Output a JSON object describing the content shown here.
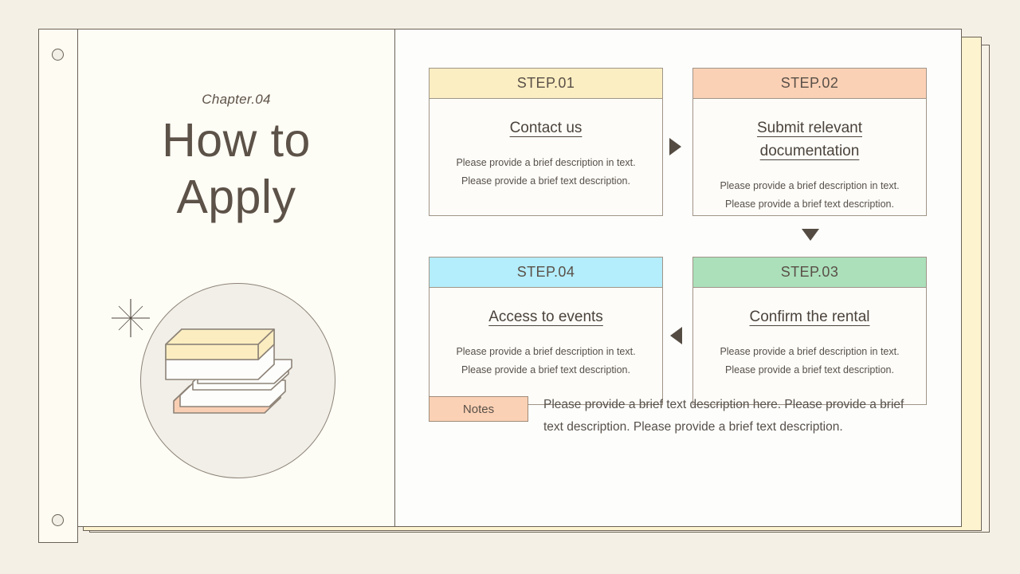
{
  "slide": {
    "chapter_label": "Chapter.04",
    "title_line_1": "How to",
    "title_line_2": "Apply"
  },
  "colors": {
    "page_background": "#f5f0e6",
    "paper": "#fdfdfb",
    "ink": "#5d5248",
    "step1_header": "#fbeec2",
    "step2_header": "#fbd1b5",
    "step3_header": "#abe0bb",
    "step4_header": "#b4edfb",
    "notes_badge": "#fbd1b5",
    "sheet_back_1": "#fdf3cf",
    "sheet_back_2": "#f7f3e8"
  },
  "steps": [
    {
      "id": "step-01",
      "header": "STEP.01",
      "title": "Contact us",
      "desc_line_1": "Please provide a brief description in text.",
      "desc_line_2": "Please provide a brief text description.",
      "header_color": "#fbeec2"
    },
    {
      "id": "step-02",
      "header": "STEP.02",
      "title": "Submit relevant documentation",
      "desc_line_1": "Please provide a brief description in text.",
      "desc_line_2": "Please provide a brief text description.",
      "header_color": "#fbd1b5"
    },
    {
      "id": "step-04",
      "header": "STEP.04",
      "title": "Access to events",
      "desc_line_1": "Please provide a brief description in text.",
      "desc_line_2": "Please provide a brief text description.",
      "header_color": "#b4edfb"
    },
    {
      "id": "step-03",
      "header": "STEP.03",
      "title": "Confirm the rental",
      "desc_line_1": "Please provide a brief description in text.",
      "desc_line_2": "Please provide a brief text description.",
      "header_color": "#abe0bb"
    }
  ],
  "notes": {
    "badge_label": "Notes",
    "text": "Please provide a brief text description here. Please provide a brief text description. Please provide a brief text description."
  },
  "icons": {
    "sparkle": "sparkle-icon",
    "book_stack": "book-stack-icon",
    "arrow_right": "arrow-right-icon",
    "arrow_down": "arrow-down-icon",
    "arrow_left": "arrow-left-icon",
    "punch_hole": "punch-hole-icon"
  }
}
